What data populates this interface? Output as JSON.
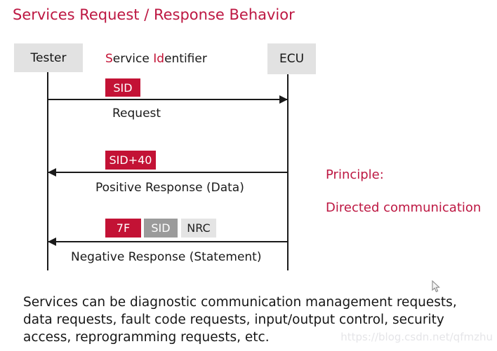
{
  "title": "Services Request / Response Behavior",
  "diagram": {
    "tester_label": "Tester",
    "ecu_label": "ECU",
    "service_identifier": {
      "s_red": "S",
      "ervice": "ervice ",
      "id_red": "Id",
      "entifier": "entifier"
    },
    "messages": [
      {
        "chips": [
          {
            "text": "SID",
            "style": "red"
          }
        ],
        "label": "Request",
        "direction": "tester-to-ecu"
      },
      {
        "chips": [
          {
            "text": "SID+40",
            "style": "red"
          }
        ],
        "label": "Positive Response (Data)",
        "direction": "ecu-to-tester"
      },
      {
        "chips": [
          {
            "text": "7F",
            "style": "red"
          },
          {
            "text": "SID",
            "style": "gray"
          },
          {
            "text": "NRC",
            "style": "lightgray"
          }
        ],
        "label": "Negative Response (Statement)",
        "direction": "ecu-to-tester"
      }
    ]
  },
  "principle": {
    "heading": "Principle:",
    "text": "Directed communication"
  },
  "footer": {
    "lines": [
      "Services can be diagnostic communication management requests,",
      "data requests, fault code requests, input/output control, security",
      "access, reprogramming requests, etc."
    ]
  },
  "watermark": "https://blog.csdn.net/qfmzhu",
  "colors": {
    "accent_red": "#bd1742",
    "chip_red": "#c31235",
    "chip_gray": "#9b9b9b",
    "chip_lightgray": "#e4e4e4",
    "actor_box_gray": "#e2e2e2",
    "line_black": "#1a1a1a"
  }
}
